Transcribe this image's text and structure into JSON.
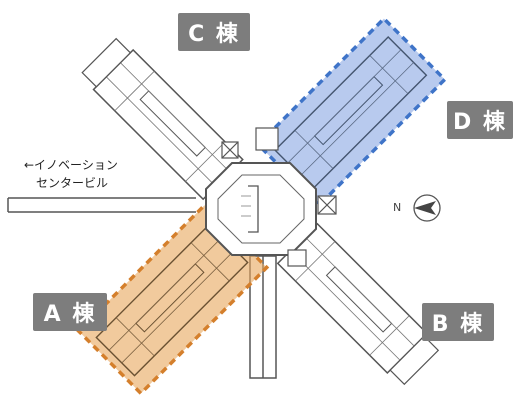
{
  "labels": {
    "building_c": "C 棟",
    "building_d": "D 棟",
    "building_a": "A 棟",
    "building_b": "B 棟",
    "innovation_line1": "←イノベーション",
    "innovation_line2": "センタービル",
    "north": "N"
  },
  "colors": {
    "badge_bg": "#7d7d7d",
    "building_a_fill": "#e7a75c",
    "building_a_border": "#d47f2c",
    "building_d_fill": "#7d9ee0",
    "building_d_border": "#3f74c8",
    "walls": "#555555"
  },
  "highlighted_buildings": [
    "A 棟",
    "D 棟"
  ]
}
